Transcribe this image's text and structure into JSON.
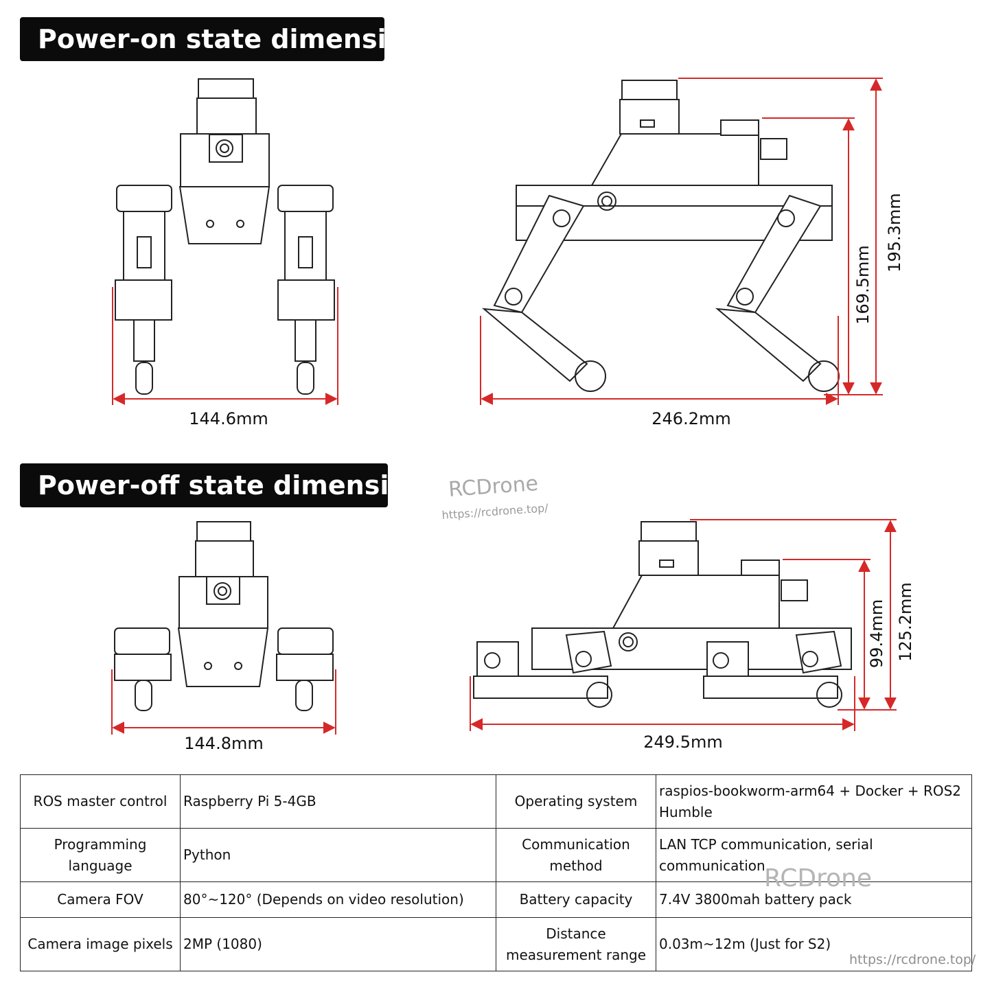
{
  "sections": {
    "on_title": "Power-on state dimensions",
    "off_title": "Power-off state dimensions"
  },
  "dimensions": {
    "on_front_width": "144.6mm",
    "on_side_length": "246.2mm",
    "on_height_body": "169.5mm",
    "on_height_total": "195.3mm",
    "off_front_width": "144.8mm",
    "off_side_length": "249.5mm",
    "off_height_body": "99.4mm",
    "off_height_total": "125.2mm"
  },
  "watermark": {
    "brand": "RCDrone",
    "url": "https://rcdrone.top/"
  },
  "colors": {
    "dimension_line": "#d62828",
    "label_bg": "#0b0b0b"
  },
  "specs": {
    "rows": [
      {
        "k1": "ROS master control",
        "v1": "Raspberry Pi 5-4GB",
        "k2": "Operating system",
        "v2": "raspios-bookworm-arm64 + Docker + ROS2 Humble"
      },
      {
        "k1": "Programming language",
        "v1": "Python",
        "k2": "Communication method",
        "v2": "LAN TCP communication, serial communication"
      },
      {
        "k1": "Camera FOV",
        "v1": "80°~120° (Depends on video resolution)",
        "k2": "Battery capacity",
        "v2": "7.4V 3800mah battery pack"
      },
      {
        "k1": "Camera image pixels",
        "v1": "2MP (1080)",
        "k2": "Distance measurement range",
        "v2": "0.03m~12m (Just for S2)"
      }
    ]
  }
}
